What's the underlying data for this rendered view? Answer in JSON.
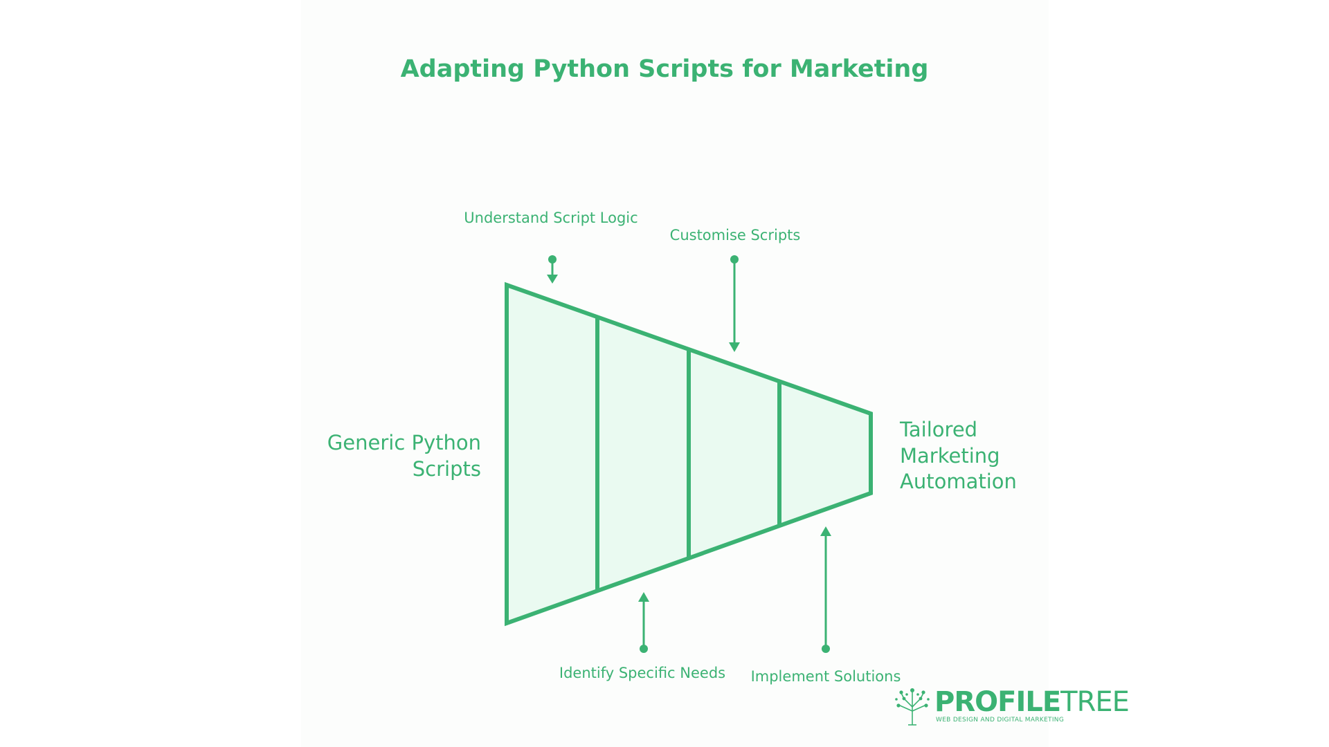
{
  "title": "Adapting Python Scripts for Marketing",
  "input_label": "Generic Python Scripts",
  "output_label": "Tailored Marketing Automation",
  "steps": [
    {
      "label": "Understand Script Logic",
      "position": "top"
    },
    {
      "label": "Identify Specific Needs",
      "position": "bottom"
    },
    {
      "label": "Customise Scripts",
      "position": "top"
    },
    {
      "label": "Implement Solutions",
      "position": "bottom"
    }
  ],
  "colors": {
    "accent": "#3bb273",
    "fill": "#eafaf1",
    "background": "#fcfdfc"
  },
  "logo": {
    "name_bold": "PROFILE",
    "name_light": "TREE",
    "tagline": "WEB DESIGN AND DIGITAL MARKETING",
    "icon": "tree-icon"
  }
}
